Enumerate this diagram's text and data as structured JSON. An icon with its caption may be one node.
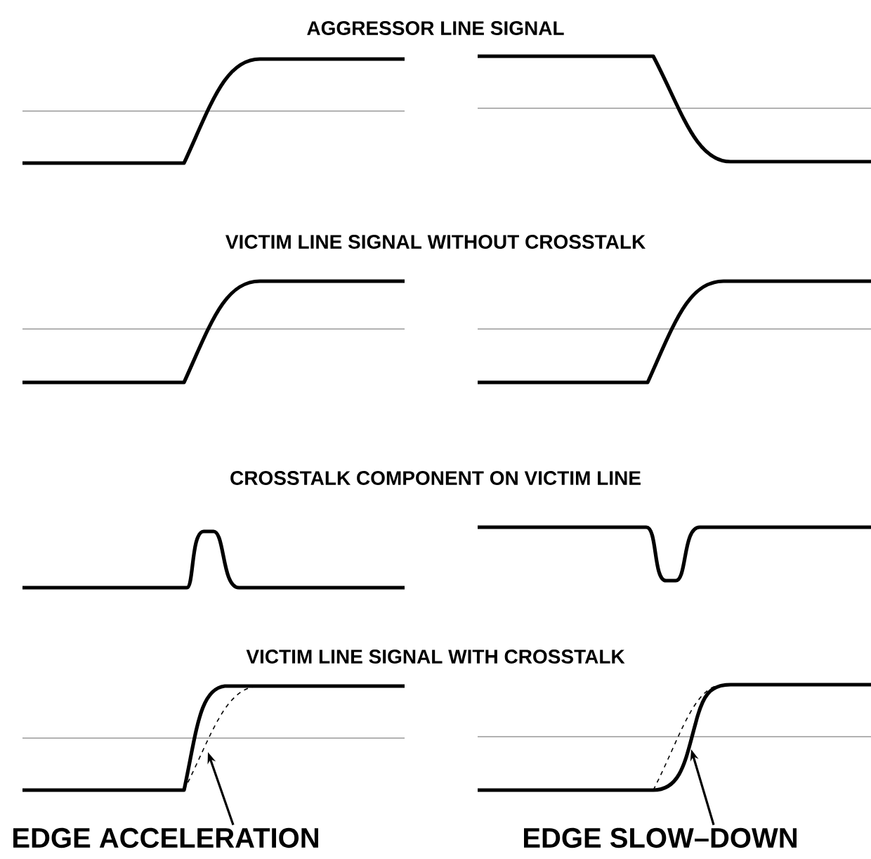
{
  "diagram": {
    "nodes": [
      {
        "text": [
          "EDGE ACCELERATION"
        ]
      },
      {
        "text": [
          "EDGE SLOW–DOWN"
        ]
      }
    ],
    "edges": [
      {
        "from": 0,
        "to": null,
        "arrow": "to"
      },
      {
        "from": 1,
        "to": null,
        "arrow": "to"
      }
    ],
    "labels": [
      "AGGRESSOR LINE SIGNAL",
      "VICTIM LINE SIGNAL WITHOUT CROSSTALK",
      "CROSSTALK COMPONENT ON VICTIM LINE",
      "VICTIM LINE SIGNAL WITH CROSSTALK"
    ]
  }
}
